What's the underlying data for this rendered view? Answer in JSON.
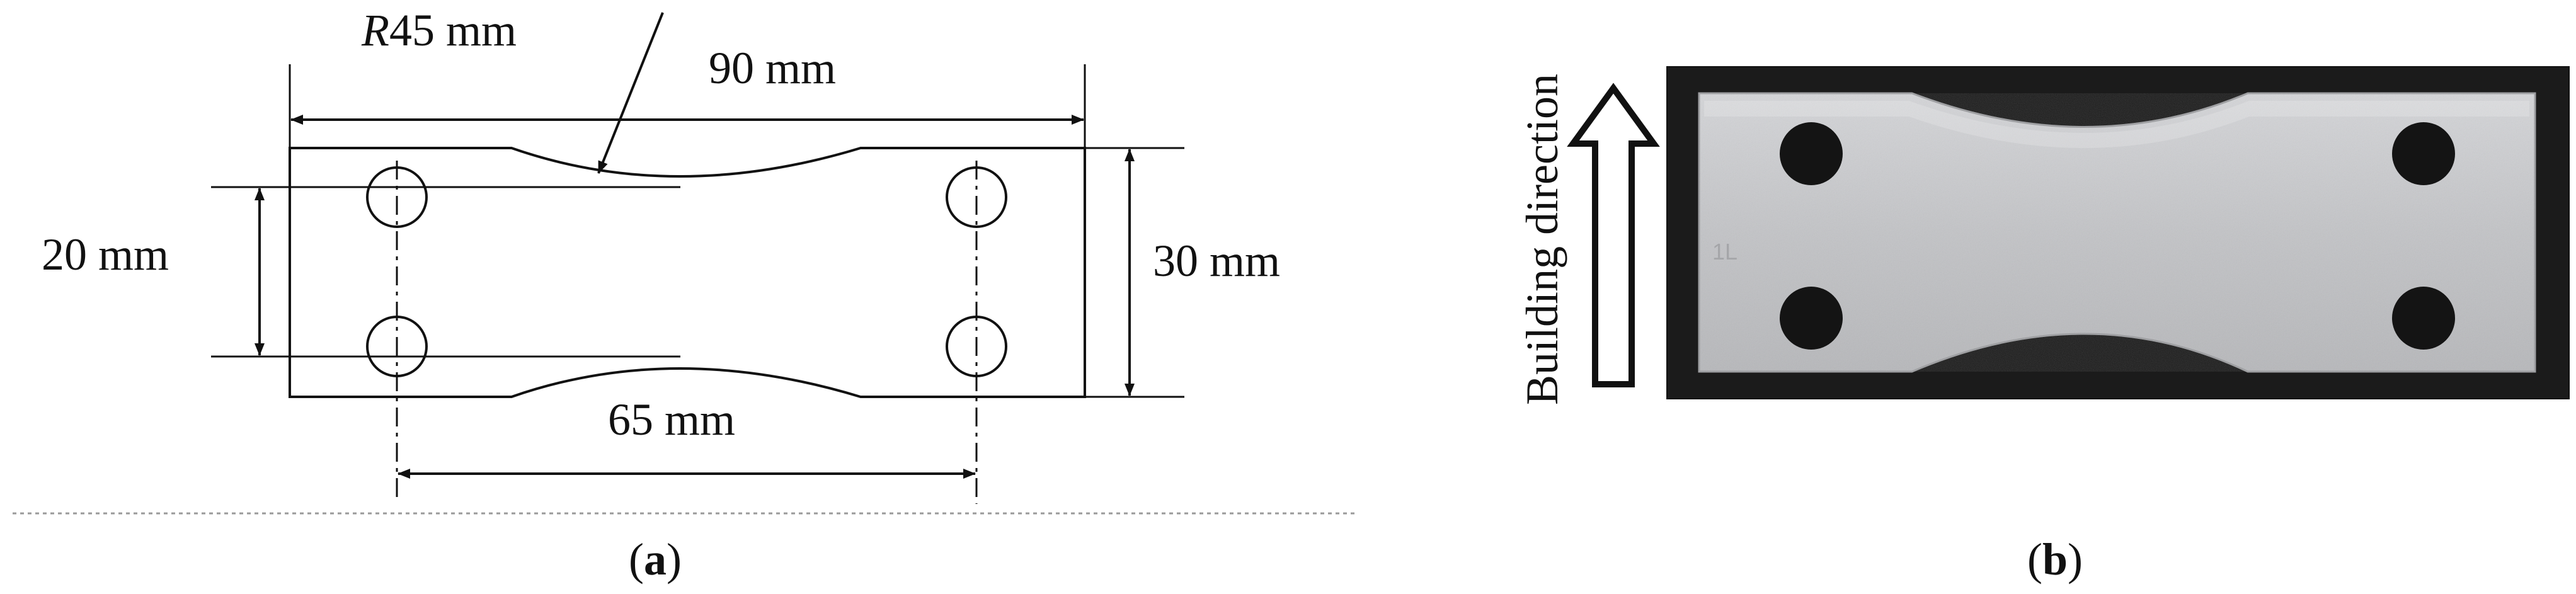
{
  "panel_a": {
    "radius_label_prefix": "R",
    "radius_label_value": "45 mm",
    "overall_length_label": "90 mm",
    "gauge_width_label": "20 mm",
    "overall_width_label": "30 mm",
    "hole_spacing_label": "65 mm",
    "caption_open": "(",
    "caption_letter": "a",
    "caption_close": ")"
  },
  "panel_b": {
    "building_direction_label": "Building direction",
    "specimen_mark": "1L",
    "caption_open": "(",
    "caption_letter": "b",
    "caption_close": ")"
  },
  "colors": {
    "line": "#111111",
    "photo_background": "#1b1b1b",
    "specimen_metal": "#c8c9cc",
    "divider": "#9a9a9a"
  }
}
